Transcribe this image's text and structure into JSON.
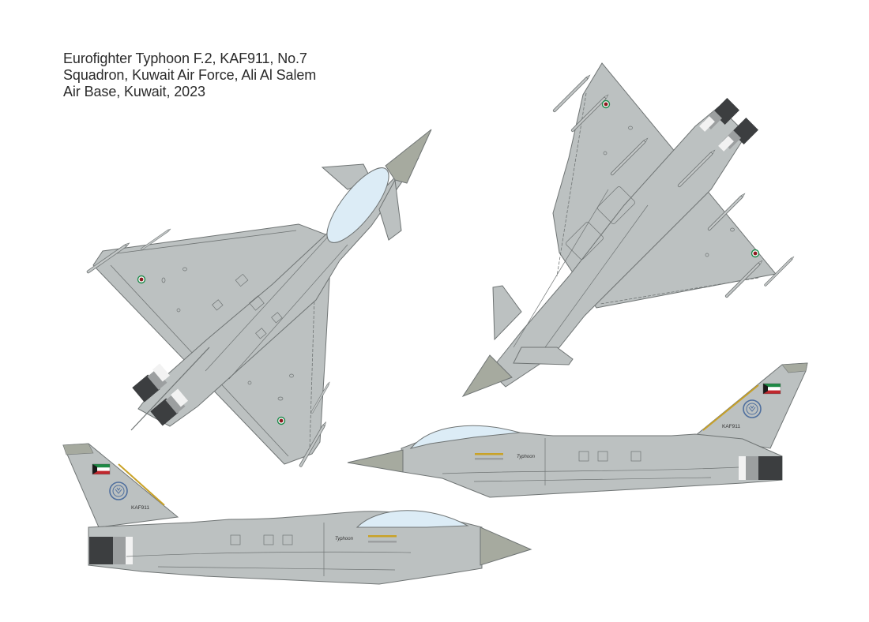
{
  "caption": {
    "lines": [
      "Eurofighter Typhoon F.2, KAF911, No.7",
      "Squadron, Kuwait Air Force, Ali Al Salem",
      "Air Base, Kuwait, 2023"
    ]
  },
  "aircraft": {
    "type": "Eurofighter Typhoon F.2",
    "serial": "KAF911",
    "unit": "No.7 Squadron",
    "operator": "Kuwait Air Force",
    "base": "Ali Al Salem Air Base, Kuwait",
    "year": "2023",
    "fuselage_marking": "Typhoon",
    "tail_code": "KAF911"
  },
  "views": [
    {
      "id": "top-view",
      "label": "upper surface plan view"
    },
    {
      "id": "bottom-view",
      "label": "lower surface plan view"
    },
    {
      "id": "left-profile",
      "label": "port side profile"
    },
    {
      "id": "right-profile",
      "label": "starboard side profile"
    }
  ],
  "colors": {
    "background": "#ffffff",
    "camouflage_grey": "#bcc1c1",
    "panel_line": "#6f7474",
    "radome": "#a6aa9f",
    "canopy": "#dcecf6",
    "nozzle": "#3c3e40",
    "nozzle_ring": "#9c9fa0",
    "white_band": "#f2f2f2",
    "roundel_green": "#1f8a4c",
    "roundel_white": "#ffffff",
    "roundel_red": "#8c1a20",
    "flag_green": "#1e8a45",
    "flag_red": "#c1272d",
    "flag_black": "#1a1a1a",
    "badge_blue": "#4f6f9e",
    "yellow_stripe": "#c9a227"
  }
}
